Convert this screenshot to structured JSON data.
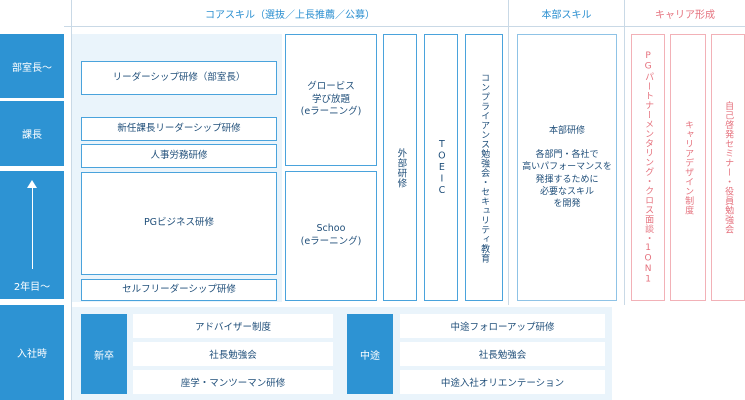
{
  "headers": {
    "core": "コアスキル（選抜／上長推薦／公募）",
    "dept": "本部スキル",
    "career": "キャリア形成"
  },
  "levels": {
    "bucho": "部室長〜",
    "kacho": "課長",
    "nenme": "2年目〜",
    "nyusha": "入社時"
  },
  "core": {
    "leadership_bucho": "リーダーシップ研修（部室長）",
    "new_kacho": "新任課長リーダーシップ研修",
    "jinji": "人事労務研修",
    "pg_business": "PGビジネス研修",
    "self_leadership": "セルフリーダーシップ研修",
    "globis": "グロービス\n学び放題\n(eラーニング)",
    "schoo": "Schoo\n(eラーニング)",
    "gaibu": "外部研修",
    "toeic": "TOEIC",
    "compliance": "コンプライアンス勉強会・セキュリティ教育"
  },
  "dept": {
    "text": "本部研修\n\n各部門・各社で\n高いパフォーマンスを\n発揮するために\n必要なスキル\nを開発"
  },
  "career": {
    "pg_partner": "PGパートナーメンタリング・クロス面談・1ON1",
    "career_design": "キャリアデザイン制度",
    "jiko_keihatsu": "自己啓発セミナー・役員勉強会"
  },
  "entry": {
    "shinsotsu_tag": "新卒",
    "shinsotsu_items": [
      "アドバイザー制度",
      "社長勉強会",
      "座学・マンツーマン研修"
    ],
    "chuto_tag": "中途",
    "chuto_items": [
      "中途フォローアップ研修",
      "社長勉強会",
      "中途入社オリエンテーション"
    ]
  }
}
